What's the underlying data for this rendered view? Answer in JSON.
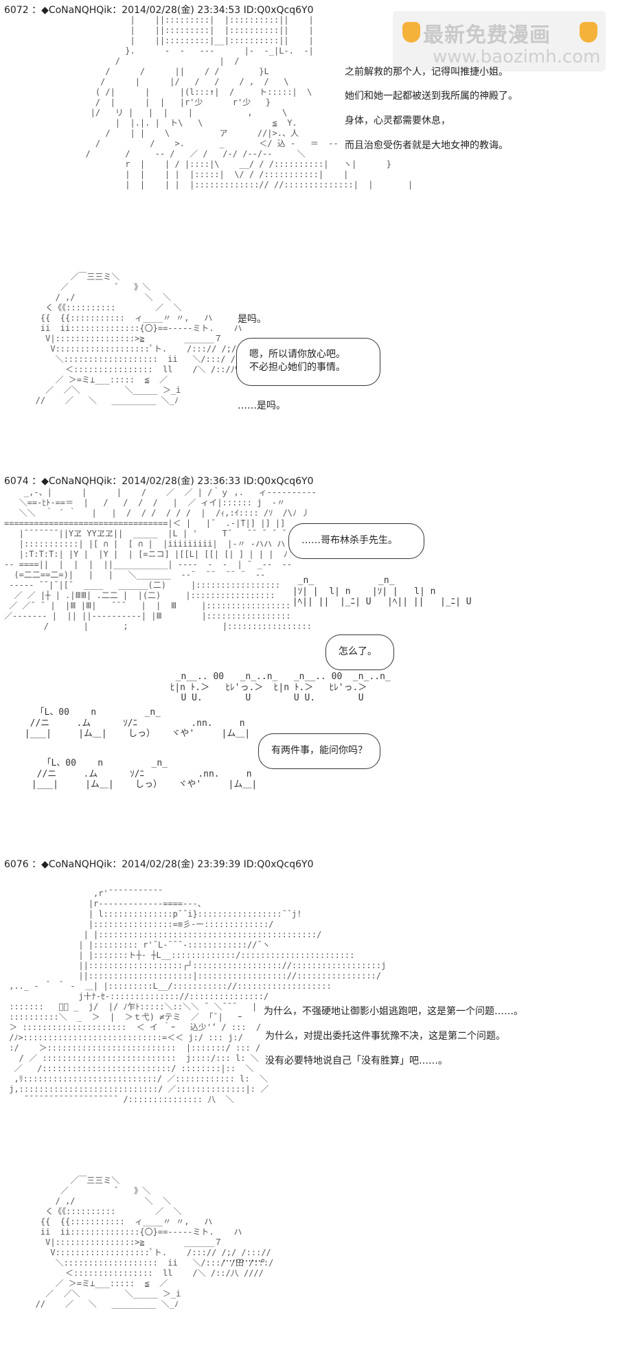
{
  "watermark": {
    "title": "最新免费漫画",
    "url": "www.baozimh.com"
  },
  "posts": [
    {
      "header": "6072 ：◆CoNaNQHQik：2014/02/28(金) 23:34:53 ID:Q0xQcq6Y0",
      "narration": [
        "之前解救的那个人，记得叫推捷小姐。",
        "她们和她一起都被送到我所属的神殿了。",
        "身体，心灵都需要休息，",
        "而且治愈受伤者就是大地女神的教诲。"
      ],
      "reply_plain": "是吗。",
      "bubble_lines": [
        "嗯，所以请你放心吧。",
        "不必担心她们的事情。"
      ],
      "reply_plain_2": "……是吗。"
    },
    {
      "header": "6074 ：◆CoNaNQHQik：2014/02/28(金) 23:36:33 ID:Q0xQcq6Y0",
      "bubble_1": "……哥布林杀手先生。",
      "bubble_2": "怎么了。",
      "bubble_3": "有两件事，能问你吗？"
    },
    {
      "header": "6076 ：◆CoNaNQHQik：2014/02/28(金) 23:39:39 ID:Q0xQcq6Y0",
      "narration": [
        "为什么，不强硬地让御影小姐逃跑吧，这是第一个问题……。",
        "为什么，对提出委托这件事犹豫不决，这是第二个问题。",
        "没有必要特地说自己「没有胜算」吧……。"
      ],
      "reply_plain": "…………。"
    }
  ]
}
